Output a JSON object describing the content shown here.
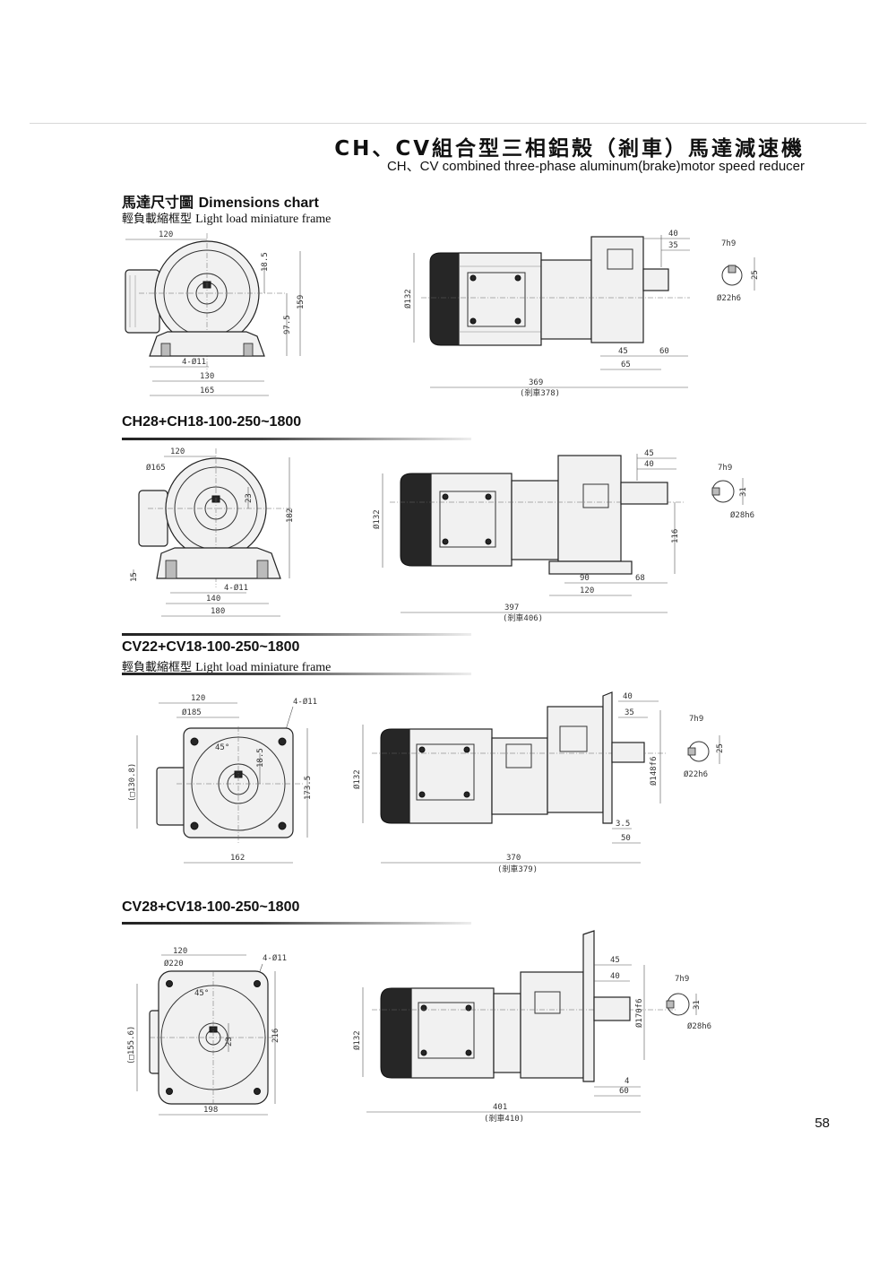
{
  "header": {
    "title_cn": "CH、CV組合型三相鋁殼（剎車）馬達減速機",
    "title_en": "CH、CV combined three-phase aluminum(brake)motor speed reducer"
  },
  "section": {
    "title_cn": "馬達尺寸圖",
    "title_en": "Dimensions chart",
    "subtitle_cn": "輕負載縮框型",
    "subtitle_en": "Light load miniature frame"
  },
  "models": [
    {
      "name": "",
      "front": {
        "d1": "120",
        "d2": "18.5",
        "d3": "159",
        "d4": "97.5",
        "holes": "4-Ø11",
        "d5": "130",
        "d6": "165"
      },
      "side": {
        "dia": "Ø132",
        "s1": "40",
        "s2": "35",
        "key": "7h9",
        "key2": "25",
        "shaft": "Ø22h6",
        "f1": "45",
        "f2": "60",
        "f3": "65",
        "len": "369",
        "len_brake": "(剎車378)"
      }
    },
    {
      "name": "CH28+CH18-100-250~1800",
      "front": {
        "d1": "120",
        "dia": "Ø165",
        "d2": "23",
        "d3": "182",
        "d4": "15",
        "holes": "4-Ø11",
        "d5": "140",
        "d6": "180"
      },
      "side": {
        "dia": "Ø132",
        "s1": "45",
        "s2": "40",
        "key": "7h9",
        "key2": "31",
        "shaft": "Ø28h6",
        "h": "116",
        "f1": "90",
        "f2": "68",
        "f3": "120",
        "len": "397",
        "len_brake": "(剎車406)"
      }
    },
    {
      "name": "CV22+CV18-100-250~1800",
      "subtitle_cn": "輕負載縮框型",
      "subtitle_en": "Light load miniature frame",
      "front": {
        "d1": "120",
        "dia": "Ø185",
        "holes": "4-Ø11",
        "ang": "45°",
        "d2": "18.5",
        "d3": "173.5",
        "sq": "(□130.8)",
        "d6": "162"
      },
      "side": {
        "dia": "Ø132",
        "s1": "40",
        "s2": "35",
        "key": "7h9",
        "key2": "25",
        "shaft": "Ø22h6",
        "fl": "Ø148f6",
        "f1": "3.5",
        "f2": "50",
        "len": "370",
        "len_brake": "(剎車379)"
      }
    },
    {
      "name": "CV28+CV18-100-250~1800",
      "front": {
        "d1": "120",
        "dia": "Ø220",
        "holes": "4-Ø11",
        "ang": "45°",
        "d2": "23",
        "d3": "216",
        "sq": "(□155.6)",
        "d6": "198"
      },
      "side": {
        "dia": "Ø132",
        "s1": "45",
        "s2": "40",
        "key": "7h9",
        "key2": "31",
        "shaft": "Ø28h6",
        "fl": "Ø170f6",
        "f1": "4",
        "f2": "60",
        "len": "401",
        "len_brake": "(剎車410)"
      }
    }
  ],
  "page_number": "58"
}
